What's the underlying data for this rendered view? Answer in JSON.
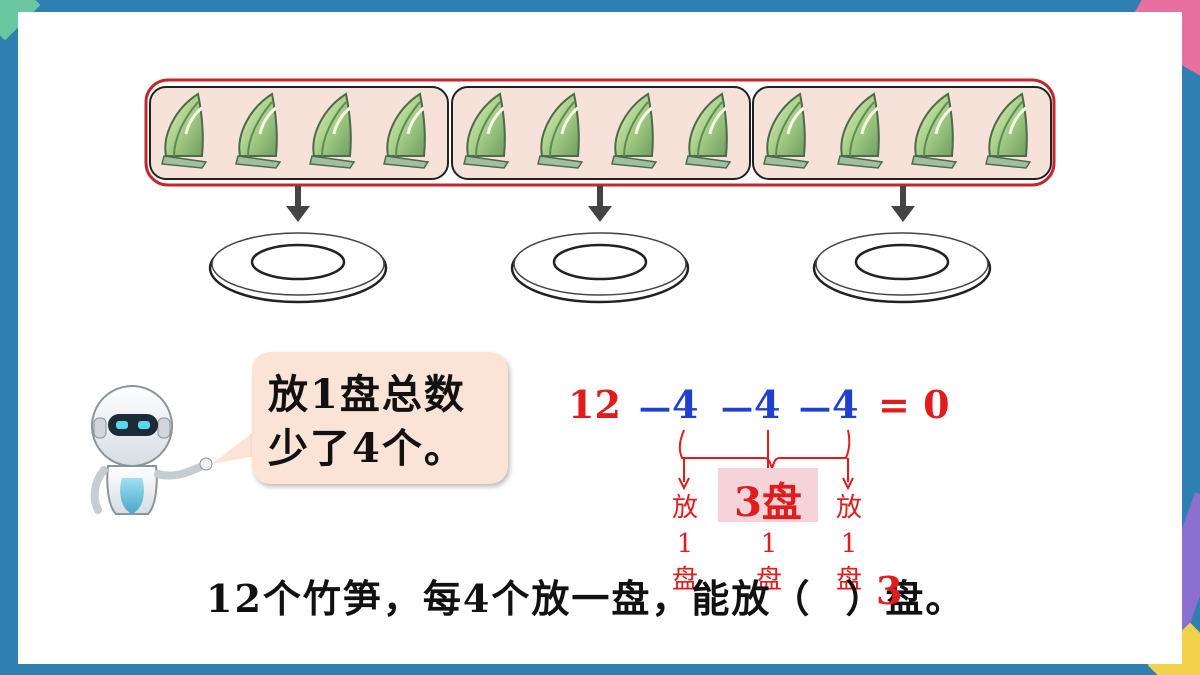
{
  "bubble": {
    "line1": "放1盘总数",
    "line2": "少了4个。"
  },
  "equation": {
    "start": "12",
    "minus": "－",
    "group": "4",
    "equals": "= 0"
  },
  "annotation": {
    "label": "放1盘",
    "chars": [
      "放",
      "1",
      "盘"
    ],
    "sum": "3盘"
  },
  "sentence": {
    "prefix": "12个竹笋，每4个放一盘，能放（",
    "answer": "3",
    "suffix": "）盘。"
  },
  "illustration": {
    "shoot_count": 12,
    "group_size": 4,
    "plate_count": 3
  },
  "colors": {
    "frame": "#2f7fb0",
    "group_border": "#c0282d",
    "red": "#e01c1c",
    "blue": "#1f3fd0",
    "bubble": "#fbe3d6"
  }
}
